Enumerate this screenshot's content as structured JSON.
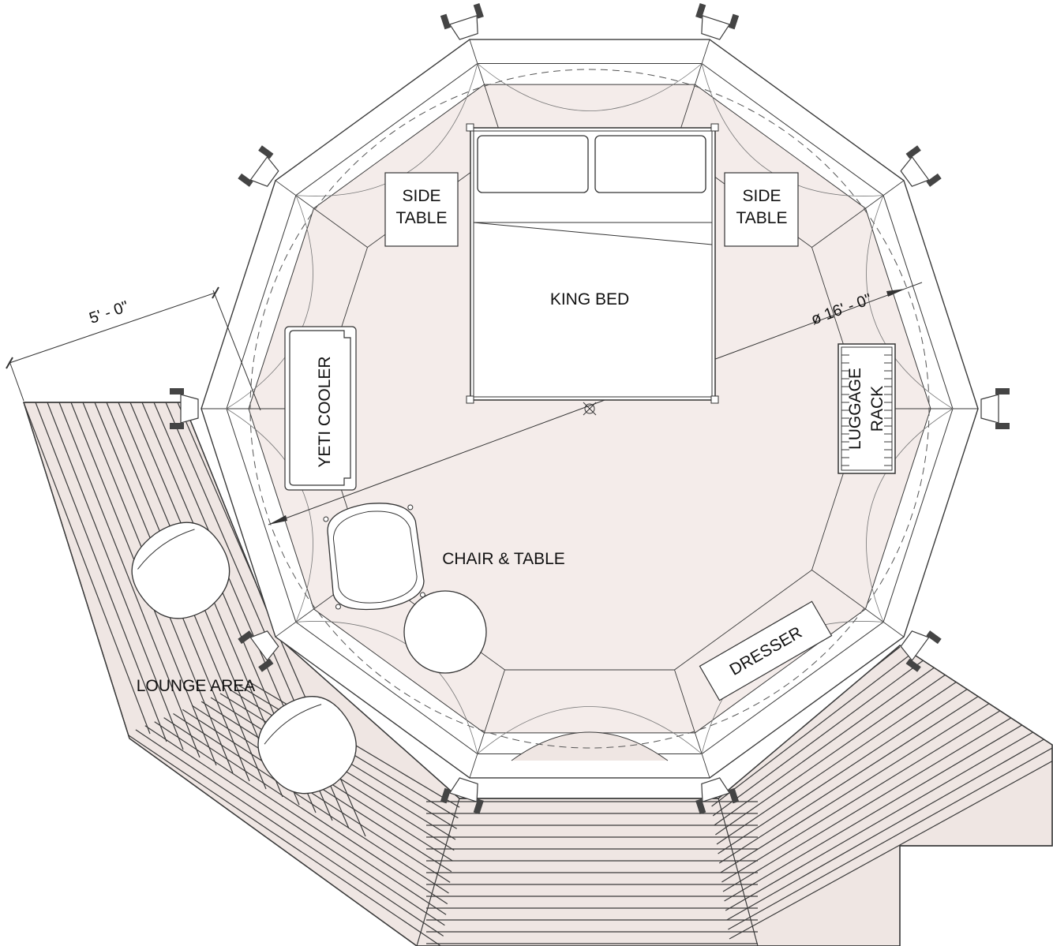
{
  "colors": {
    "floor": "#f4ecea",
    "deck": "#efe6e3",
    "line": "#3a3a3a",
    "paper": "#ffffff"
  },
  "labels": {
    "side_table_left": [
      "SIDE",
      "TABLE"
    ],
    "side_table_right": [
      "SIDE",
      "TABLE"
    ],
    "king_bed": "KING BED",
    "yeti_cooler": "YETI COOLER",
    "luggage_rack": [
      "LUGGAGE",
      "RACK"
    ],
    "chair_table": "CHAIR & TABLE",
    "dresser": "DRESSER",
    "lounge_area": "LOUNGE AREA"
  },
  "dimensions": {
    "diameter": "ø 16' - 0\"",
    "deck_width": "5' - 0\""
  }
}
